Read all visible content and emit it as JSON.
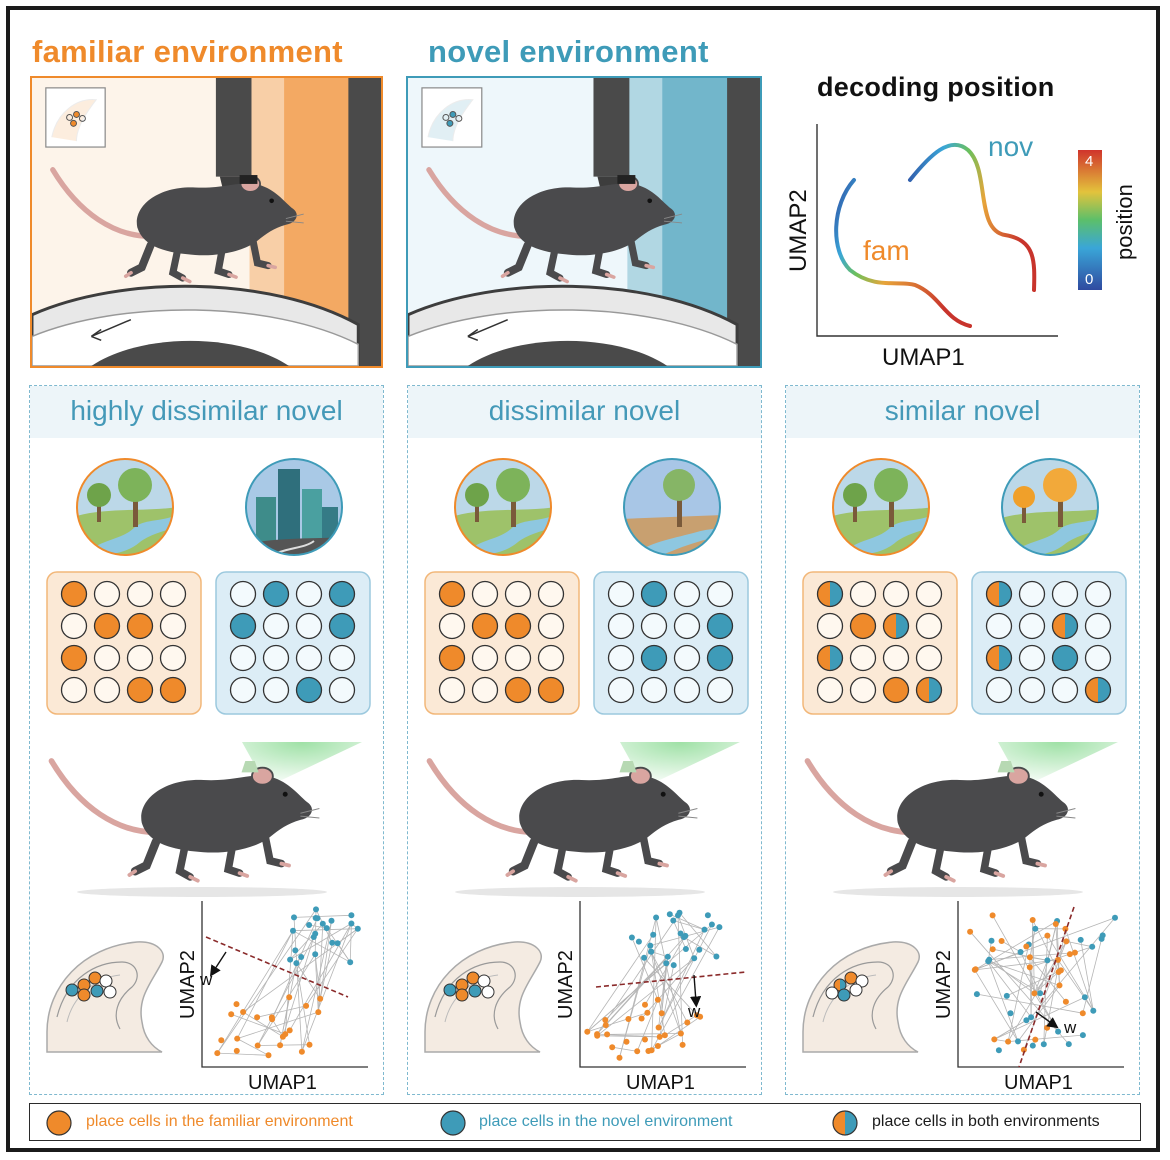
{
  "colors": {
    "familiar": "#ef8a2b",
    "novel": "#3e9bb8",
    "mouse": "#4a4a4c",
    "tail": "#d9a5a0",
    "panel_border": "#7fb9cf"
  },
  "header": {
    "familiar_title": "familiar environment",
    "novel_title": "novel environment",
    "decoding_title": "decoding position"
  },
  "decoding_plot": {
    "xlabel": "UMAP1",
    "ylabel": "UMAP2",
    "fam_label": "fam",
    "nov_label": "nov",
    "colorbar_label": "position",
    "colorbar_max": "4",
    "colorbar_min": "0"
  },
  "panels": [
    {
      "title": "highly dissimilar novel",
      "novel_scene": "city-icon",
      "fam_grid": [
        "o",
        "w",
        "w",
        "w",
        "w",
        "o",
        "o",
        "w",
        "o",
        "w",
        "w",
        "w",
        "w",
        "w",
        "o",
        "o"
      ],
      "nov_grid": [
        "w",
        "b",
        "w",
        "b",
        "b",
        "w",
        "w",
        "b",
        "w",
        "w",
        "w",
        "w",
        "w",
        "w",
        "b",
        "w"
      ],
      "umap": {
        "xlabel": "UMAP1",
        "ylabel": "UMAP2",
        "w_label": "w"
      }
    },
    {
      "title": "dissimilar novel",
      "novel_scene": "bare-tree-icon",
      "fam_grid": [
        "o",
        "w",
        "w",
        "w",
        "w",
        "o",
        "o",
        "w",
        "o",
        "w",
        "w",
        "w",
        "w",
        "w",
        "o",
        "o"
      ],
      "nov_grid": [
        "w",
        "b",
        "w",
        "w",
        "w",
        "w",
        "w",
        "b",
        "w",
        "b",
        "w",
        "b",
        "w",
        "w",
        "w",
        "w"
      ],
      "umap": {
        "xlabel": "UMAP1",
        "ylabel": "UMAP2",
        "w_label": "w"
      }
    },
    {
      "title": "similar novel",
      "novel_scene": "autumn-tree-icon",
      "fam_grid": [
        "h",
        "w",
        "w",
        "w",
        "w",
        "o",
        "h",
        "w",
        "h",
        "w",
        "w",
        "w",
        "w",
        "w",
        "o",
        "h"
      ],
      "nov_grid": [
        "h",
        "w",
        "w",
        "w",
        "w",
        "w",
        "h",
        "w",
        "h",
        "w",
        "b",
        "w",
        "w",
        "w",
        "w",
        "h"
      ],
      "umap": {
        "xlabel": "UMAP1",
        "ylabel": "UMAP2",
        "w_label": "w"
      }
    }
  ],
  "legend": {
    "familiar": "place cells in the familiar environment",
    "novel": "place cells in the novel environment",
    "both": "place cells in both environments"
  }
}
